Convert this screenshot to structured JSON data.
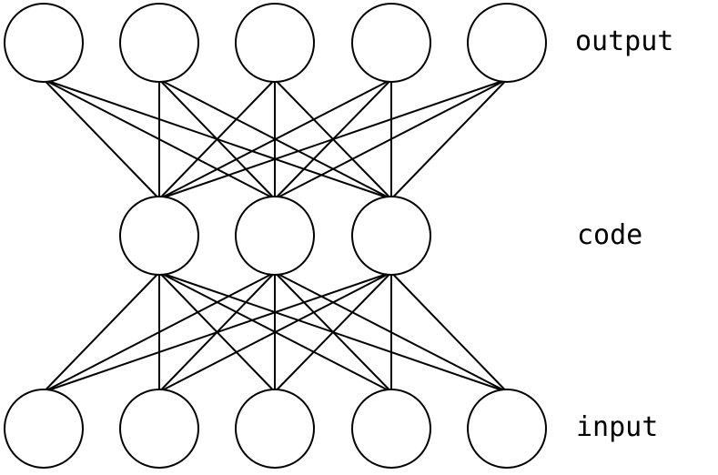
{
  "diagram": {
    "type": "autoencoder-network",
    "colors": {
      "stroke": "#000000",
      "node_fill": "#ffffff",
      "background": "#ffffff"
    },
    "layers": [
      {
        "id": "output",
        "label": "output",
        "node_count": 5
      },
      {
        "id": "code",
        "label": "code",
        "node_count": 3
      },
      {
        "id": "input",
        "label": "input",
        "node_count": 5
      }
    ],
    "connections": "fully-connected between adjacent layers"
  }
}
